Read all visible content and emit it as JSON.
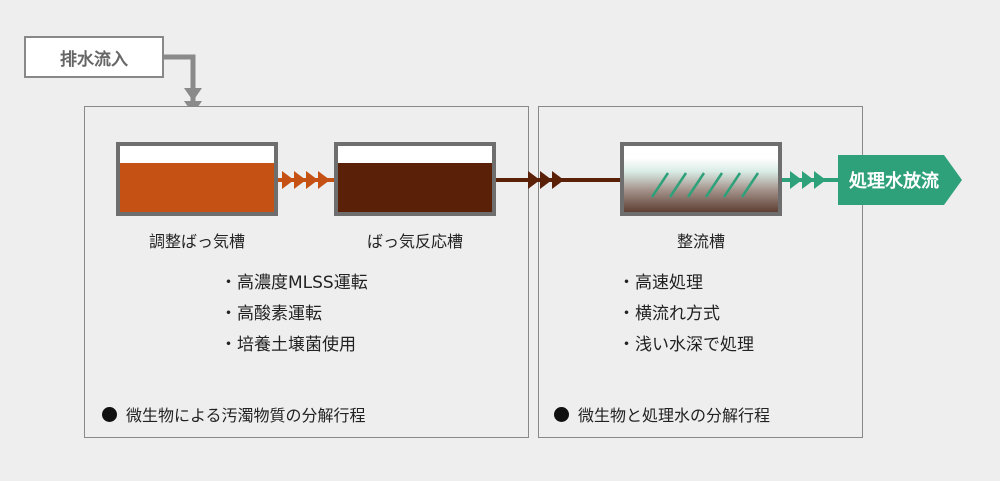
{
  "inlet": {
    "label": "排水流入"
  },
  "outlet": {
    "label": "処理水放流"
  },
  "tanks": [
    {
      "label": "調整ばっ気槽",
      "color": "#c55114"
    },
    {
      "label": "ばっ気反応槽",
      "color": "#5a2008"
    },
    {
      "label": "整流槽",
      "color": "#7a6258"
    }
  ],
  "left_panel": {
    "bullets": [
      "高濃度MLSS運転",
      "高酸素運転",
      "培養土壌菌使用"
    ],
    "footer": "微生物による汚濁物質の分解行程"
  },
  "right_panel": {
    "bullets": [
      "高速処理",
      "横流れ方式",
      "浅い水深で処理"
    ],
    "footer": "微生物と処理水の分解行程"
  },
  "colors": {
    "pipe_gray": "#8a8a8a",
    "pipe_orange": "#c55114",
    "pipe_brown": "#5a2008",
    "outlet_green": "#2fa17a"
  }
}
